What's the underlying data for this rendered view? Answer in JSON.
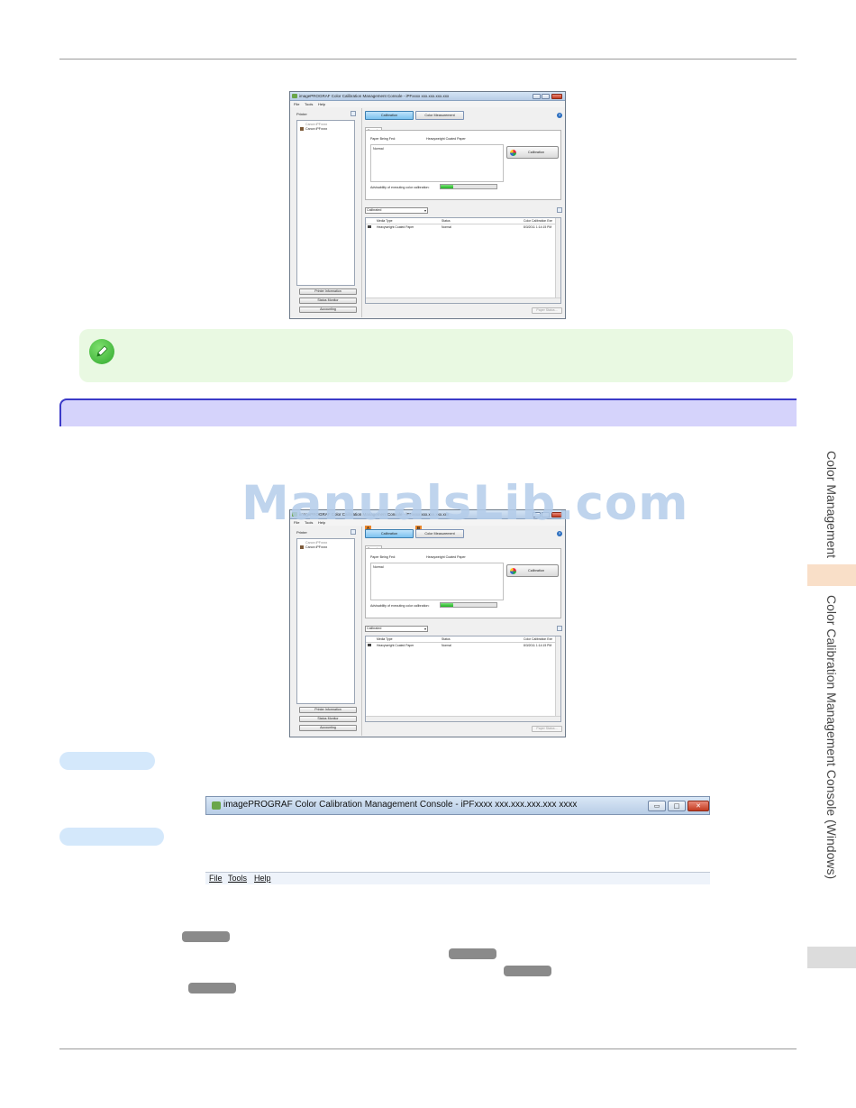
{
  "window": {
    "title": "imagePROGRAF Color Calibration Management Console - iPFxxxx xxx.xxx.xxx.xxx",
    "menu": [
      "File",
      "Tools",
      "Help"
    ],
    "printers_label": "Printer",
    "tree_group": "Canon iPFxxxx",
    "tree_printer": "Canon iPFxxxx",
    "buttons": [
      "Printer Information",
      "Status Monitor",
      "Accounting"
    ],
    "tabs": [
      "Calibration",
      "Color Measurement"
    ],
    "help_glyph": "?",
    "execute_tab": "Execute",
    "paper_being_fed_label": "Paper Being Fed:",
    "paper_being_fed_value": "Heavyweight Coated Paper",
    "status_text": "Normal",
    "calibration_button": "Calibration",
    "advisability_label": "Advisability of executing color calibration:",
    "advisability_level": 0.22,
    "filter": "Calibrated",
    "columns": [
      "Media Type",
      "Status",
      "Color Calibration Exe"
    ],
    "rows": [
      {
        "media": "Heavyweight Coated Paper",
        "status": "Normal",
        "date": "8/3/2011 1:14:15 PM"
      }
    ],
    "paper_status_button": "Paper Status..."
  },
  "markers": [
    "A",
    "B"
  ],
  "watermark": "ManualsLib.com",
  "titlebar_crop": {
    "title": "imagePROGRAF Color Calibration Management Console - iPFxxxx xxx.xxx.xxx.xxx xxxx",
    "minimize": "▭",
    "maximize": "□",
    "close": "✕"
  },
  "menubar_crop": [
    "File",
    "Tools",
    "Help"
  ],
  "sidebar": {
    "chapter": "Color Management",
    "section": "Color Calibration Management Console (Windows)"
  },
  "colors": {
    "section_bar": "#d5d3fb",
    "section_border": "#3b3ac8",
    "note_bg": "#e9f9e2",
    "progress": "#1fb51f",
    "marker": "#e9852a"
  }
}
